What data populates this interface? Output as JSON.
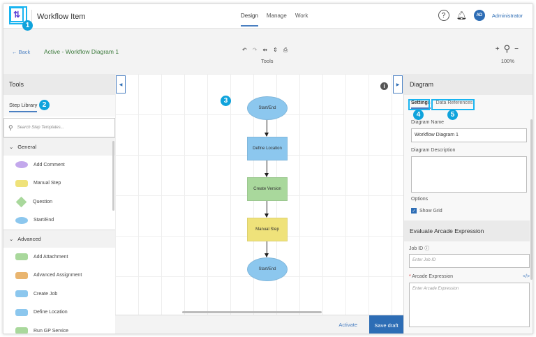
{
  "header": {
    "app_title": "Workflow Item",
    "nav": [
      "Design",
      "Manage",
      "Work"
    ],
    "active_nav": "Design",
    "avatar_initials": "AD",
    "user_name": "Administrator",
    "help_icon": "?"
  },
  "toolbar": {
    "back_label": "Back",
    "diagram_title": "Active - Workflow Diagram 1",
    "tools_label": "Tools",
    "zoom_level": "100%",
    "zoom_in": "+",
    "zoom_out": "−"
  },
  "left_panel": {
    "title": "Tools",
    "tab": "Step Library",
    "search_placeholder": "Search Step Templates...",
    "groups": [
      {
        "label": "General",
        "items": [
          {
            "label": "Add Comment",
            "color": "#c3a8ec",
            "shape": "ellipse"
          },
          {
            "label": "Manual Step",
            "color": "#efe27a",
            "shape": "rect"
          },
          {
            "label": "Question",
            "color": "#a9d89c",
            "shape": "diamond"
          },
          {
            "label": "Start/End",
            "color": "#8cc7ee",
            "shape": "ellipse"
          }
        ]
      },
      {
        "label": "Advanced",
        "items": [
          {
            "label": "Add Attachment",
            "color": "#a9d89c",
            "shape": "rect"
          },
          {
            "label": "Advanced Assignment",
            "color": "#e9b56f",
            "shape": "rect"
          },
          {
            "label": "Create Job",
            "color": "#8cc7ee",
            "shape": "rect"
          },
          {
            "label": "Define Location",
            "color": "#8cc7ee",
            "shape": "rect"
          },
          {
            "label": "Run GP Service",
            "color": "#a9d89c",
            "shape": "rect"
          }
        ]
      }
    ]
  },
  "canvas": {
    "nodes": [
      {
        "label": "Start/End",
        "color": "#8cc7ee",
        "shape": "ellipse"
      },
      {
        "label": "Define Location",
        "color": "#8cc7ee",
        "shape": "rect"
      },
      {
        "label": "Create Version",
        "color": "#a9d89c",
        "shape": "rect"
      },
      {
        "label": "Manual Step",
        "color": "#efe27a",
        "shape": "rect"
      },
      {
        "label": "Start/End",
        "color": "#8cc7ee",
        "shape": "ellipse"
      }
    ],
    "info_icon": "i"
  },
  "footer": {
    "activate_label": "Activate",
    "save_label": "Save draft"
  },
  "right_panel": {
    "title": "Diagram",
    "tabs": [
      "Settings",
      "Data References"
    ],
    "diagram_name_label": "Diagram Name",
    "diagram_name_value": "Workflow Diagram 1",
    "description_label": "Diagram Description",
    "options_label": "Options",
    "show_grid_label": "Show Grid",
    "show_grid_checked": true,
    "arcade_section": "Evaluate Arcade Expression",
    "job_id_label": "Job ID",
    "job_id_placeholder": "Enter Job ID",
    "arcade_label": "Arcade Expression",
    "arcade_required": "*",
    "arcade_placeholder": "Enter Arcade Expression"
  },
  "annotations": [
    "1",
    "2",
    "3",
    "4",
    "5"
  ],
  "colors": {
    "accent": "#2d6db5",
    "annotation": "#0fa3dc"
  }
}
